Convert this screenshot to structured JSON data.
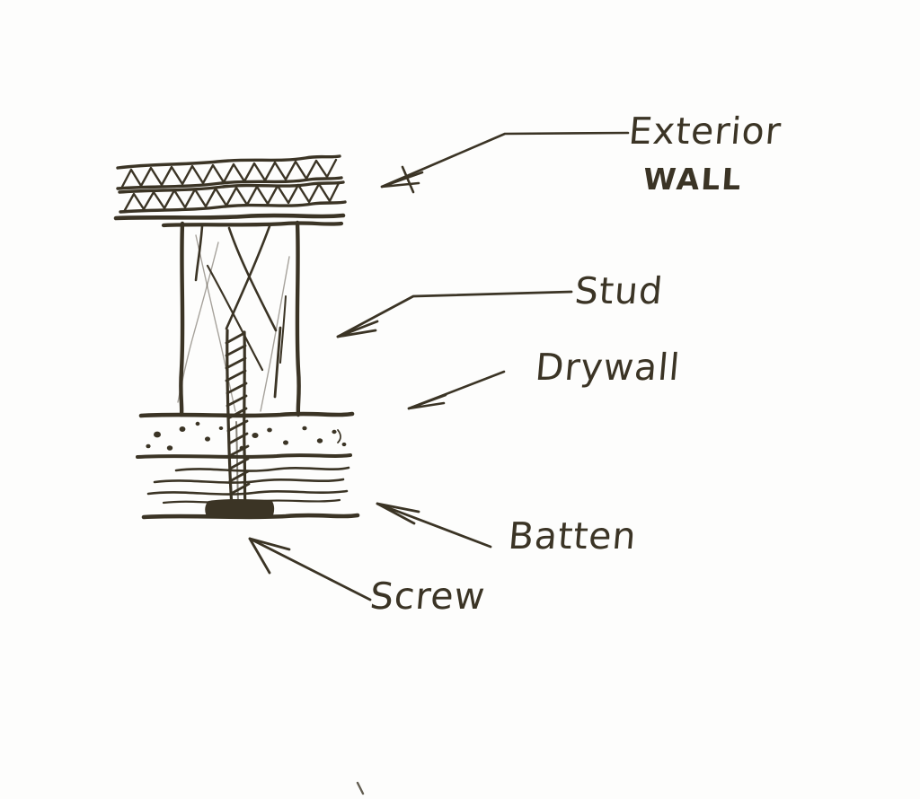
{
  "drawing": {
    "medium": "hand-drawn pen sketch on white paper",
    "subject": "wall section detail",
    "ink_color": "#3b3425",
    "paper_color": "#fdfdfc"
  },
  "labels": {
    "exterior": "Exterior",
    "wall": "WALL",
    "stud": "Stud",
    "drywall": "Drywall",
    "batten": "Batten",
    "screw": "Screw"
  },
  "components": [
    {
      "name": "exterior-wall",
      "label": "Exterior WALL",
      "hatch": "zigzag-triangles",
      "bands": 2
    },
    {
      "name": "stud",
      "label": "Stud",
      "hatch": "diagonal-wood-grain",
      "shape": "vertical-rectangle"
    },
    {
      "name": "drywall",
      "label": "Drywall",
      "hatch": "stipple-dots"
    },
    {
      "name": "batten",
      "label": "Batten",
      "hatch": "wavy-horizontal-grain"
    },
    {
      "name": "screw",
      "label": "Screw",
      "hatch": "diagonal-thread-rungs",
      "orientation": "vertical"
    }
  ],
  "leaders": [
    {
      "name": "exterior-wall-leader",
      "target": "exterior-wall",
      "style": "bent-line-with-arrowhead"
    },
    {
      "name": "stud-leader",
      "target": "stud",
      "style": "bent-line-with-arrowhead"
    },
    {
      "name": "drywall-leader",
      "target": "drywall",
      "style": "straight-line-with-arrowhead"
    },
    {
      "name": "batten-leader",
      "target": "batten",
      "style": "straight-line-with-arrowhead"
    },
    {
      "name": "screw-leader",
      "target": "screw",
      "style": "straight-line-with-arrowhead"
    }
  ]
}
